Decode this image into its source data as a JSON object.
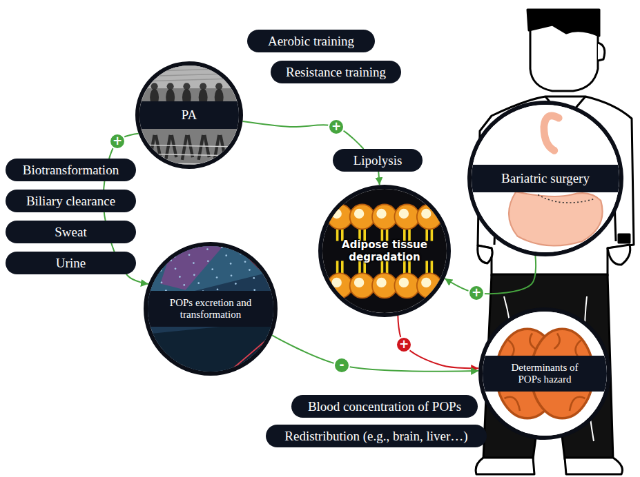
{
  "diagram": {
    "nodes": [
      {
        "text": [
          "Aerobic training"
        ]
      },
      {
        "text": [
          "Resistance training"
        ]
      },
      {
        "text": [
          "PA"
        ]
      },
      {
        "text": [
          "Lipolysis"
        ]
      },
      {
        "text": [
          "Bariatric surgery"
        ]
      },
      {
        "text": [
          "Biotransformation"
        ]
      },
      {
        "text": [
          "Biliary clearance"
        ]
      },
      {
        "text": [
          "Sweat"
        ]
      },
      {
        "text": [
          "Urine"
        ]
      },
      {
        "text": [
          "Adipose tissue degradation"
        ]
      },
      {
        "text": [
          "POPs excretion and transformation"
        ]
      },
      {
        "text": [
          "Determinants of POPs hazard"
        ]
      },
      {
        "text": [
          "Blood concentration of POPs"
        ]
      },
      {
        "text": [
          "Redistribution (e.g., brain, liver…)"
        ]
      }
    ],
    "edges": [
      {
        "from": 2,
        "to": 10,
        "arrow": "to",
        "label": "+"
      },
      {
        "from": 2,
        "to": 3,
        "arrow": "none",
        "label": "+"
      },
      {
        "from": 3,
        "to": 9,
        "arrow": "to"
      },
      {
        "from": 4,
        "to": 9,
        "arrow": "to",
        "label": "+"
      },
      {
        "from": 9,
        "to": 11,
        "arrow": "to",
        "label": "+"
      },
      {
        "from": 10,
        "to": 11,
        "arrow": "to",
        "label": "-"
      }
    ]
  }
}
